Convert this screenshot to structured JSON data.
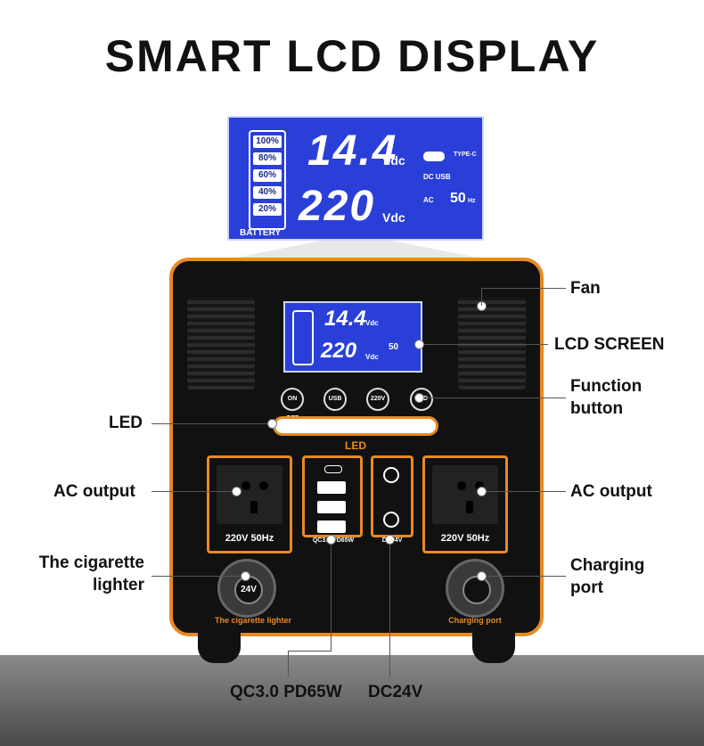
{
  "title": "SMART LCD DISPLAY",
  "lcd": {
    "voltage_top": "14.4",
    "voltage_top_unit": "Vdc",
    "voltage_bottom": "220",
    "voltage_bottom_unit": "Vdc",
    "battery_levels": [
      "100%",
      "80%",
      "60%",
      "40%",
      "20%"
    ],
    "battery_label": "BATTERY",
    "type_c": "TYPE-C",
    "dc_usb": "DC USB",
    "ac": "AC",
    "hz": "50",
    "hz_unit": "Hz"
  },
  "buttons": [
    "ON OFF",
    "USB",
    "220V",
    "LED"
  ],
  "panel": {
    "led_caption": "LED",
    "ac_left_caption": "220V 50Hz",
    "ac_right_caption": "220V 50Hz",
    "usb_caption": "QC3.0 PD65W",
    "dc_caption": "DC24V",
    "cig_value": "24V",
    "cig_caption": "The cigarette lighter",
    "charge_caption": "Charging port"
  },
  "callouts": {
    "fan": "Fan",
    "lcd_screen": "LCD SCREEN",
    "function_button_1": "Function",
    "function_button_2": "button",
    "led": "LED",
    "ac_output_left": "AC output",
    "ac_output_right": "AC output",
    "cig_1": "The cigarette",
    "cig_2": "lighter",
    "charging_1": "Charging",
    "charging_2": "port",
    "qc": "QC3.0 PD65W",
    "dc": "DC24V"
  },
  "colors": {
    "accent": "#e88a24",
    "lcd_blue": "#2a3fd8"
  }
}
